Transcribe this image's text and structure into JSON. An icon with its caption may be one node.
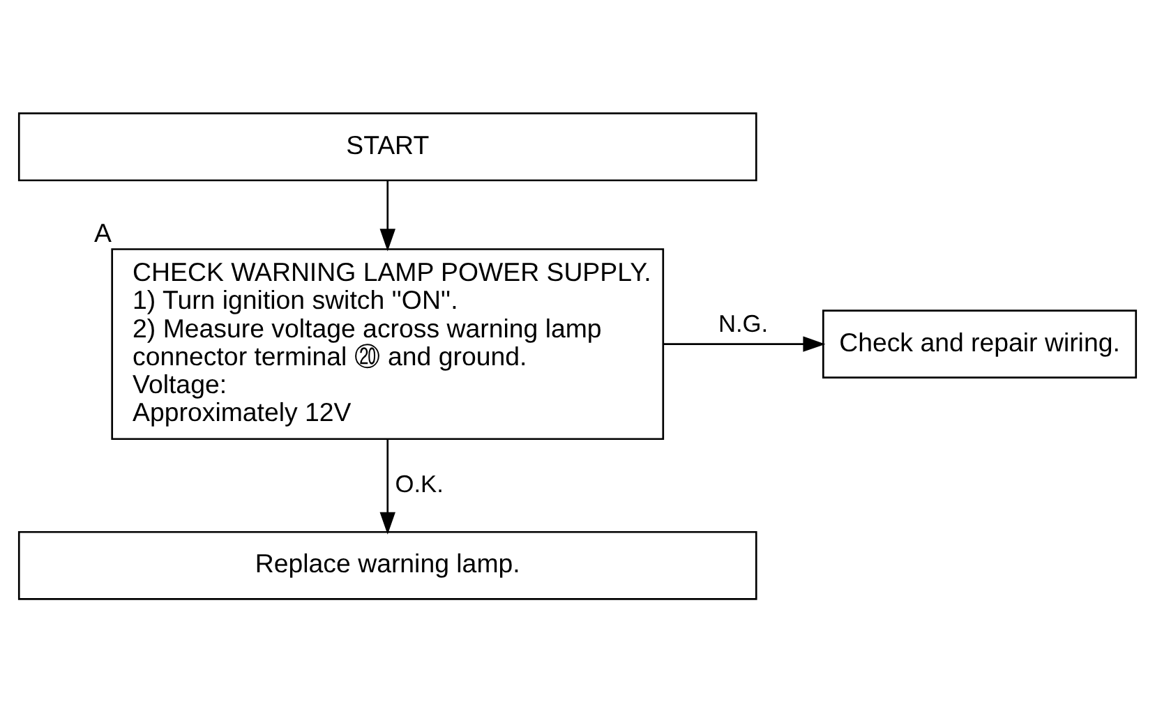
{
  "diagram": {
    "nodes": [
      {
        "text": [
          "START"
        ]
      },
      {
        "text": [
          "CHECK WARNING LAMP POWER SUPPLY.",
          "1) Turn ignition switch ''ON''.",
          "2) Measure voltage across warning lamp connector terminal ⑳ and ground.",
          "Voltage:",
          "Approximately 12V"
        ],
        "beside": [
          "A"
        ]
      },
      {
        "text": [
          "Check and repair wiring."
        ]
      },
      {
        "text": [
          "Replace warning lamp."
        ]
      }
    ],
    "edges": [
      {
        "from": 0,
        "to": 1,
        "arrow": "to"
      },
      {
        "from": 1,
        "to": 2,
        "arrow": "to",
        "label": "N.G."
      },
      {
        "from": 1,
        "to": 3,
        "arrow": "to",
        "label": "O.K."
      }
    ]
  }
}
